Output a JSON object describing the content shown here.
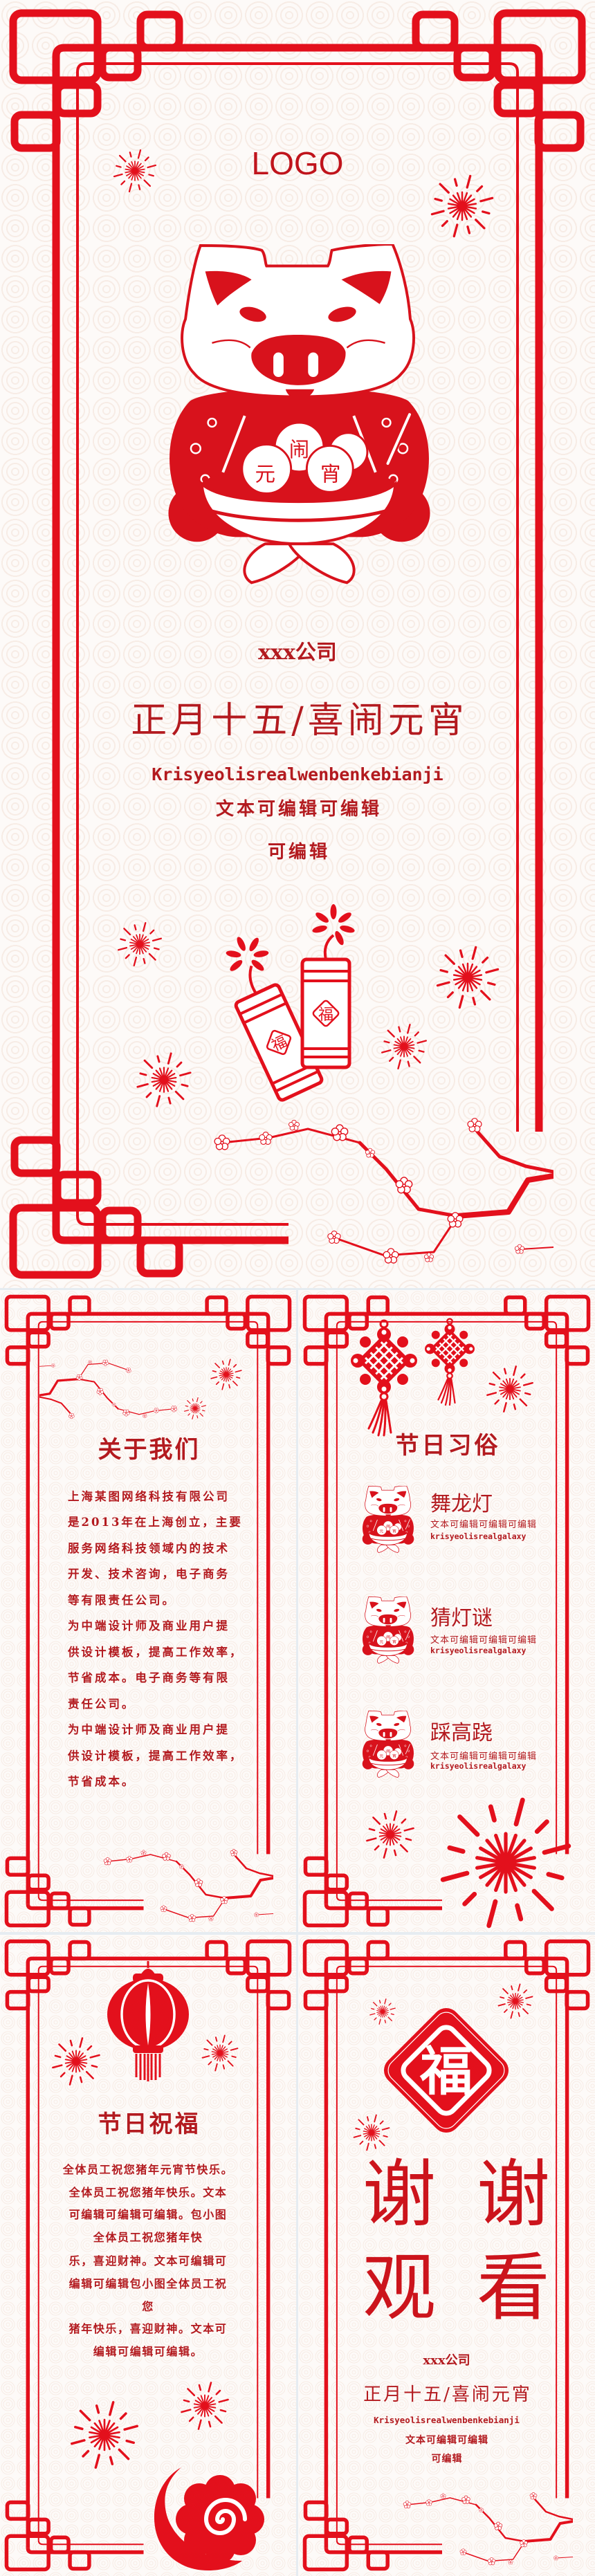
{
  "theme": {
    "frame_red": "#e3101c",
    "text_red": "#b31a1f",
    "background": "#fdfaf8",
    "separator": "#e6ecf1"
  },
  "cover": {
    "logo": "LOGO",
    "company": "xxx公司",
    "title": "正月十五/喜闹元宵",
    "subtitle_en": "Krisyeolisrealwenbenkebianji",
    "subtitle_cn_line1": "文本可编辑可编辑",
    "subtitle_cn_line2": "可编辑",
    "pig_bowl": {
      "left": "元",
      "top": "闹",
      "right": "宵"
    },
    "firecracker_char": "福"
  },
  "about": {
    "title": "关于我们",
    "lines": [
      "上海某图网络科技有限公司",
      "是2013年在上海创立，主要",
      "服务网络科技领域内的技术",
      "开发、技术咨询，电子商务",
      "等有限责任公司。",
      "为中端设计师及商业用户提",
      "供设计模板，提高工作效率，",
      "节省成本。电子商务等有限",
      "责任公司。",
      "为中端设计师及商业用户提",
      "供设计模板，提高工作效率，",
      "节省成本。"
    ]
  },
  "customs": {
    "title": "节日习俗",
    "items": [
      {
        "name": "舞龙灯",
        "desc": "文本可编辑可编辑可编辑",
        "en": "krisyeolisrealgalaxy"
      },
      {
        "name": "猜灯谜",
        "desc": "文本可编辑可编辑可编辑",
        "en": "krisyeolisrealgalaxy"
      },
      {
        "name": "踩高跷",
        "desc": "文本可编辑可编辑可编辑",
        "en": "krisyeolisrealgalaxy"
      }
    ]
  },
  "blessing": {
    "title": "节日祝福",
    "lines": [
      "全体员工祝您猪年元宵节快乐。",
      "全体员工祝您猪年快乐。文本",
      "可编辑可编辑可编辑。包小图",
      "全体员工祝您猪年快",
      "乐，喜迎财神。文本可编辑可",
      "编辑可编辑包小图全体员工祝",
      "您",
      "猪年快乐，喜迎财神。文本可",
      "编辑可编辑可编辑。"
    ]
  },
  "thanks": {
    "fu_char": "福",
    "big_chars": [
      "谢",
      "谢",
      "观",
      "看"
    ],
    "company": "xxx公司",
    "title": "正月十五/喜闹元宵",
    "subtitle_en": "Krisyeolisrealwenbenkebianji",
    "subtitle_cn_line1": "文本可编辑可编辑",
    "subtitle_cn_line2": "可编辑"
  },
  "icons": {
    "frame": "chinese-knot-border",
    "cover": [
      "firework-burst",
      "pig-with-tangyuan-bowl",
      "firecracker",
      "plum-blossom-branch"
    ],
    "about": [
      "plum-blossom-branch",
      "firework-burst"
    ],
    "customs": [
      "chinese-knot-ornament",
      "firework-burst",
      "pig-with-tangyuan-bowl"
    ],
    "blessing": [
      "red-lantern",
      "firework-burst",
      "auspicious-cloud"
    ],
    "thanks": [
      "fu-diamond",
      "firework-burst",
      "plum-blossom-branch"
    ]
  }
}
